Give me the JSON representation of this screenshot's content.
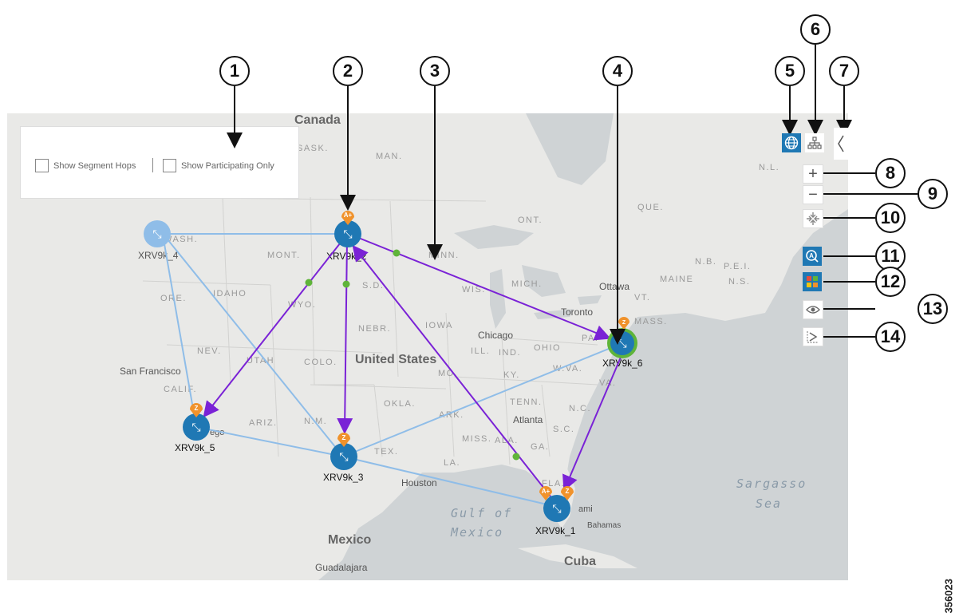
{
  "filters": {
    "segment_hops": "Show Segment Hops",
    "participating_only": "Show Participating Only"
  },
  "places": {
    "canada": "Canada",
    "united_states": "United States",
    "mexico": "Mexico",
    "cuba": "Cuba",
    "gulf": "Gulf of",
    "gulf2": "Mexico",
    "sargasso": "Sargasso",
    "sargasso2": "Sea",
    "sask": "SASK.",
    "man": "MAN.",
    "ont": "ONT.",
    "que": "QUE.",
    "nl": "N.L.",
    "nb": "N.B.",
    "pei": "P.E.I.",
    "ns": "N.S.",
    "maine": "MAINE",
    "vt": "VT.",
    "mass": "MASS.",
    "wash": "WASH.",
    "mont": "MONT.",
    "ore": "ORE.",
    "idaho": "IDAHO",
    "wyo": "WYO.",
    "sd": "S.D.",
    "minn": "MINN.",
    "wis": "WIS.",
    "mich": "MICH.",
    "nev": "NEV.",
    "utah": "UTAH",
    "colo": "COLO.",
    "nebr": "NEBR.",
    "iowa": "IOWA",
    "ill": "ILL.",
    "ind": "IND.",
    "ohio": "OHIO",
    "pa": "PA.",
    "wva": "W.VA.",
    "va": "VA.",
    "calif": "CALIF.",
    "ariz": "ARIZ.",
    "nm": "N.M.",
    "okla": "OKLA.",
    "mo": "MO.",
    "ky": "KY.",
    "tenn": "TENN.",
    "nc": "N.C.",
    "sc": "S.C.",
    "ark": "ARK.",
    "miss": "MISS.",
    "ala": "ALA.",
    "ga": "GA.",
    "tex": "TEX.",
    "la": "LA.",
    "fla": "FLA.",
    "san_francisco": "San Francisco",
    "chicago": "Chicago",
    "toronto": "Toronto",
    "ottawa": "Ottawa",
    "atlanta": "Atlanta",
    "houston": "Houston",
    "bahamas": "Bahamas",
    "guadalajara": "Guadalajara",
    "miami_frag": "ami",
    "sandiego_frag": "ego"
  },
  "nodes": [
    {
      "id": "XRV9k_1",
      "label": "XRV9k_1"
    },
    {
      "id": "XRV9k_2",
      "label": "XRV9k_2"
    },
    {
      "id": "XRV9k_3",
      "label": "XRV9k_3"
    },
    {
      "id": "XRV9k_4",
      "label": "XRV9k_4"
    },
    {
      "id": "XRV9k_5",
      "label": "XRV9k_5"
    },
    {
      "id": "XRV9k_6",
      "label": "XRV9k_6"
    }
  ],
  "markers": {
    "a_plus": "A+",
    "z": "Z"
  },
  "callouts": [
    "1",
    "2",
    "3",
    "4",
    "5",
    "6",
    "7",
    "8",
    "9",
    "10",
    "11",
    "12",
    "13",
    "14"
  ],
  "toolbar": {
    "geo_icon": "globe-icon",
    "topo_icon": "topology-icon",
    "collapse_icon": "chevron-left-icon",
    "zoom_in": "+",
    "zoom_out": "−",
    "fit_icon": "fit-to-screen-icon",
    "search_icon": "find-icon",
    "layers_icon": "layers-icon",
    "view_icon": "eye-icon",
    "path_icon": "path-icon"
  },
  "colors": {
    "path": "#7a22d6",
    "link": "#8fbde8",
    "node": "#1f78b4",
    "marker": "#f0922b",
    "midpoint": "#5fb43a",
    "toolbar_active": "#1f78b4"
  },
  "figure_id": "356023"
}
